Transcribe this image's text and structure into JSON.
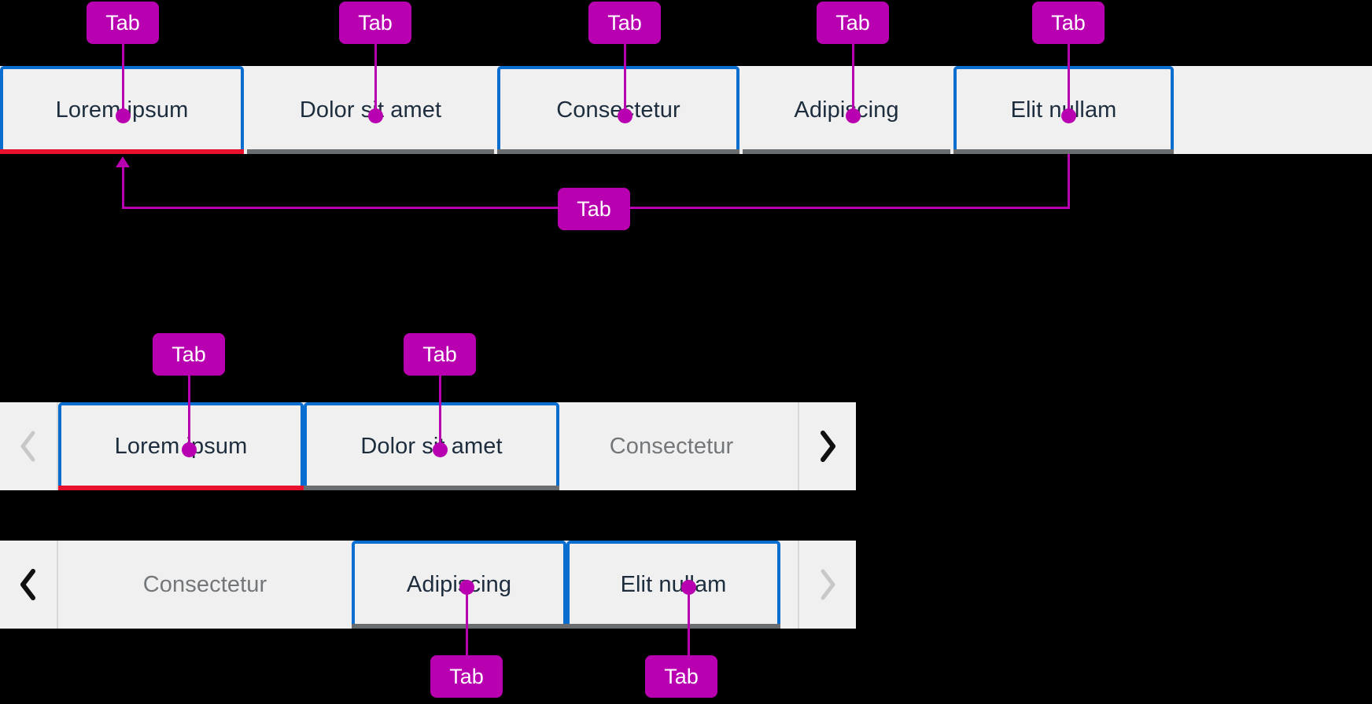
{
  "annotation": {
    "label": "Tab",
    "color": "#b800b0"
  },
  "theme": {
    "focus_blue": "#0a6ed1",
    "selected_underline": "#e8112d",
    "unselected_underline": "#6a6d70",
    "surface": "#f0f0f0",
    "text": "#1d2d3e",
    "muted_text": "#74777a",
    "background": "#000000"
  },
  "tab_bars": [
    {
      "name": "full-tab-bar",
      "tabs": [
        {
          "label": "Lorem ipsum",
          "state": "selected",
          "focused": true,
          "underline": "red"
        },
        {
          "label": "Dolor sit amet",
          "state": "unselected",
          "focused": false,
          "underline": "gray"
        },
        {
          "label": "Consectetur",
          "state": "unselected",
          "focused": true,
          "underline": "gray"
        },
        {
          "label": "Adipiscing",
          "state": "unselected",
          "focused": false,
          "underline": "gray"
        },
        {
          "label": "Elit nullam",
          "state": "unselected",
          "focused": true,
          "underline": "gray"
        }
      ]
    },
    {
      "name": "overflow-tab-bar-start",
      "prev_arrow": {
        "icon": "chevron-left-icon",
        "enabled": false
      },
      "next_arrow": {
        "icon": "chevron-right-icon",
        "enabled": true
      },
      "tabs": [
        {
          "label": "Lorem ipsum",
          "state": "selected",
          "focused": true,
          "underline": "red"
        },
        {
          "label": "Dolor sit amet",
          "state": "unselected",
          "focused": true,
          "underline": "gray"
        },
        {
          "label": "Consectetur",
          "state": "overflow",
          "focused": false,
          "underline": "none"
        }
      ]
    },
    {
      "name": "overflow-tab-bar-end",
      "prev_arrow": {
        "icon": "chevron-left-icon",
        "enabled": true
      },
      "next_arrow": {
        "icon": "chevron-right-icon",
        "enabled": false
      },
      "tabs": [
        {
          "label": "Consectetur",
          "state": "overflow",
          "focused": false,
          "underline": "none"
        },
        {
          "label": "Adipiscing",
          "state": "unselected",
          "focused": true,
          "underline": "gray"
        },
        {
          "label": "Elit nullam",
          "state": "unselected",
          "focused": true,
          "underline": "gray"
        }
      ]
    }
  ]
}
